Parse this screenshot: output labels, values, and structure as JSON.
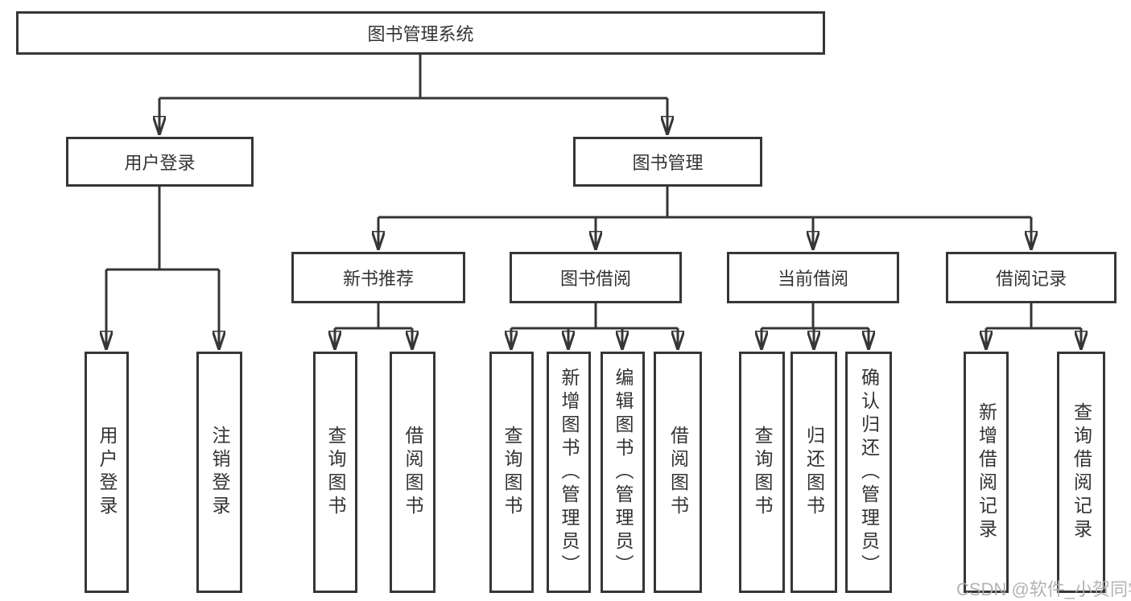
{
  "diagram": {
    "root": {
      "label": "图书管理系统"
    },
    "branches": [
      {
        "label": "用户登录",
        "children": [
          {
            "label": "用户登录"
          },
          {
            "label": "注销登录"
          }
        ]
      },
      {
        "label": "图书管理",
        "children": [
          {
            "label": "新书推荐",
            "children": [
              {
                "label": "查询图书"
              },
              {
                "label": "借阅图书"
              }
            ]
          },
          {
            "label": "图书借阅",
            "children": [
              {
                "label": "查询图书"
              },
              {
                "label": "新增图书（管理员）"
              },
              {
                "label": "编辑图书（管理员）"
              },
              {
                "label": "借阅图书"
              }
            ]
          },
          {
            "label": "当前借阅",
            "children": [
              {
                "label": "查询图书"
              },
              {
                "label": "归还图书"
              },
              {
                "label": "确认归还（管理员）"
              }
            ]
          },
          {
            "label": "借阅记录",
            "children": [
              {
                "label": "新增借阅记录"
              },
              {
                "label": "查询借阅记录"
              }
            ]
          }
        ]
      }
    ]
  },
  "watermark": {
    "text": "CSDN @软件_小贺同学"
  },
  "colors": {
    "line": "#363636",
    "text": "#333333",
    "box_background": "#ffffff",
    "watermark": "#acacac"
  }
}
